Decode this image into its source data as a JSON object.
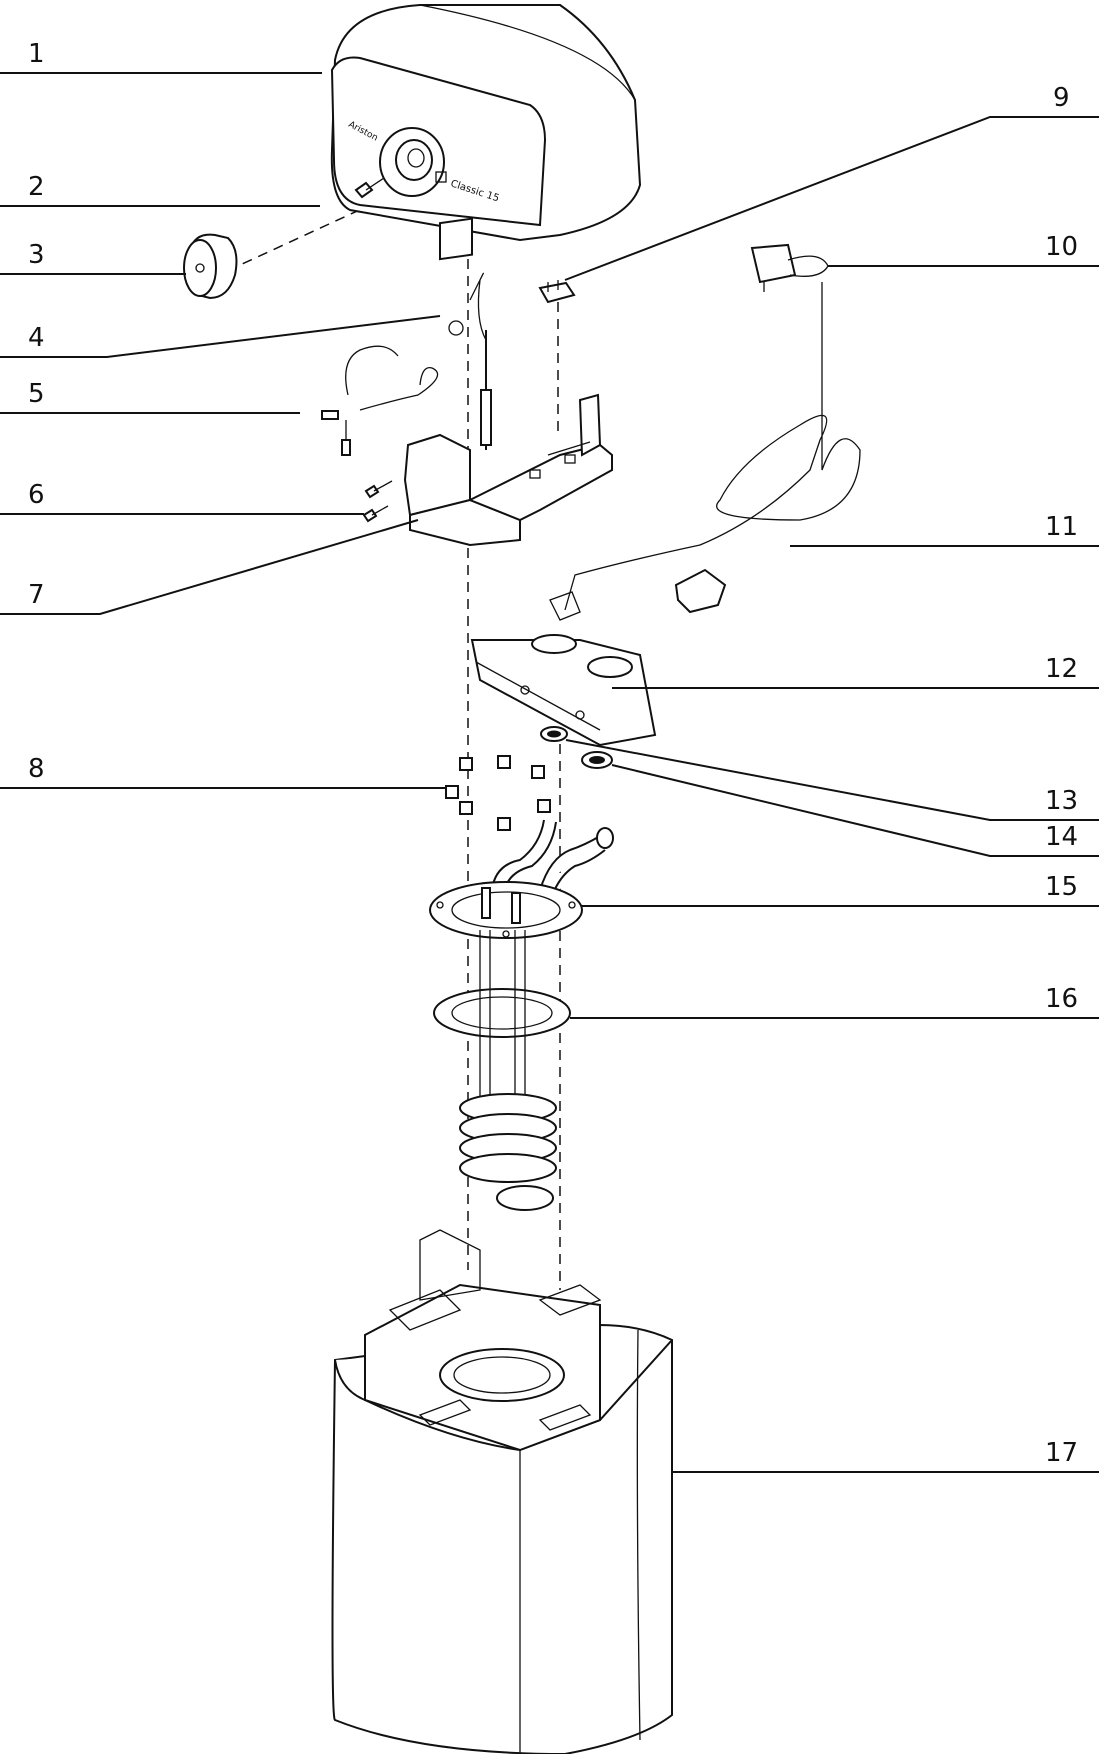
{
  "callouts": [
    "1",
    "2",
    "3",
    "4",
    "5",
    "6",
    "7",
    "8",
    "9",
    "10",
    "11",
    "12",
    "13",
    "14",
    "15",
    "16",
    "17"
  ],
  "cover_branding": {
    "brand": "Ariston",
    "model": "Classic 15"
  }
}
